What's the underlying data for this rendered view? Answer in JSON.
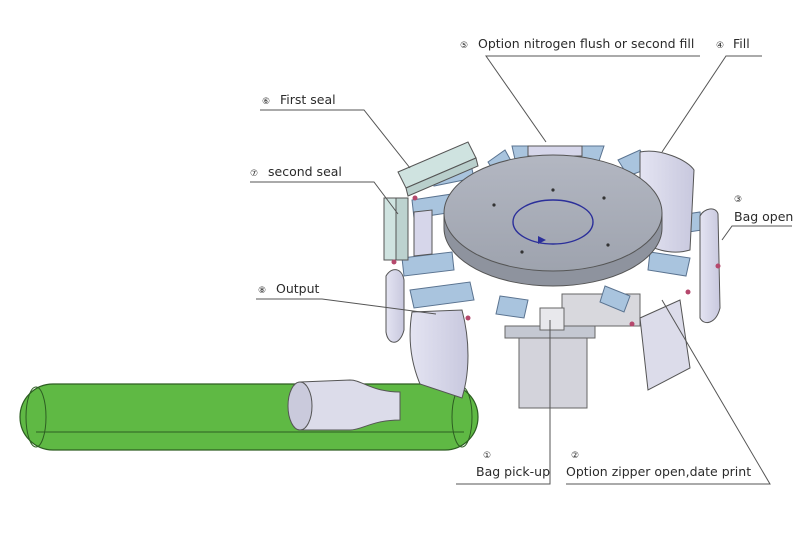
{
  "labels": {
    "l1": {
      "num": "①",
      "text": "Bag pick-up"
    },
    "l2": {
      "num": "②",
      "text": "Option zipper  open,date print"
    },
    "l3": {
      "num": "③",
      "text": "Bag open"
    },
    "l4": {
      "num": "④",
      "text": "Fill"
    },
    "l5": {
      "num": "⑤",
      "text": "Option nitrogen flush or second fill"
    },
    "l6": {
      "num": "⑥",
      "text": "First seal"
    },
    "l7": {
      "num": "⑦",
      "text": "second seal"
    },
    "l8": {
      "num": "⑧",
      "text": "Output"
    }
  },
  "colors": {
    "table": "#a9aeb9",
    "arm": "#a9c4de",
    "bag": "#d6d6ea",
    "conveyor": "#5fb944",
    "seal": "#cfe3e0",
    "leader": "#555555"
  }
}
